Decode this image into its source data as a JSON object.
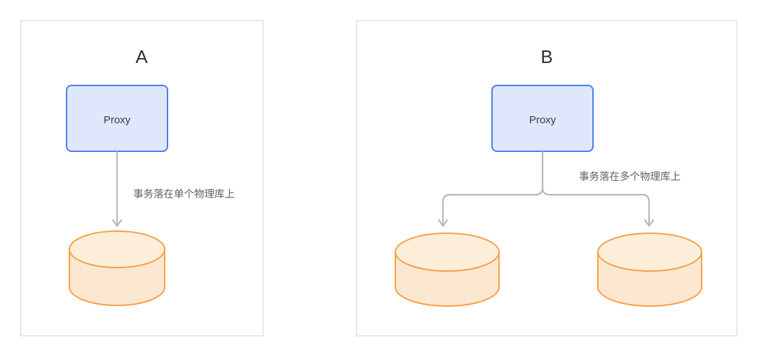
{
  "diagram": {
    "background_color": "#ffffff",
    "panel_border_color": "#e2e2e2",
    "accent_blue": "#4a7cf0",
    "accent_blue_fill": "#dfe7fc",
    "accent_orange": "#f5a046",
    "accent_orange_fill": "#fce7d0",
    "connector_color": "#b6b8bb",
    "text_color": "#333a45",
    "label_text_color": "#5b6069"
  },
  "panels": [
    {
      "id": "panel-a",
      "title": "A",
      "proxy": {
        "label": "Proxy"
      },
      "edge_label": "事务落在单个物理库上",
      "databases": [
        {
          "id": "db-a-1",
          "label": ""
        }
      ]
    },
    {
      "id": "panel-b",
      "title": "B",
      "proxy": {
        "label": "Proxy"
      },
      "edge_label": "事务落在多个物理库上",
      "databases": [
        {
          "id": "db-b-1",
          "label": ""
        },
        {
          "id": "db-b-2",
          "label": ""
        }
      ]
    }
  ]
}
